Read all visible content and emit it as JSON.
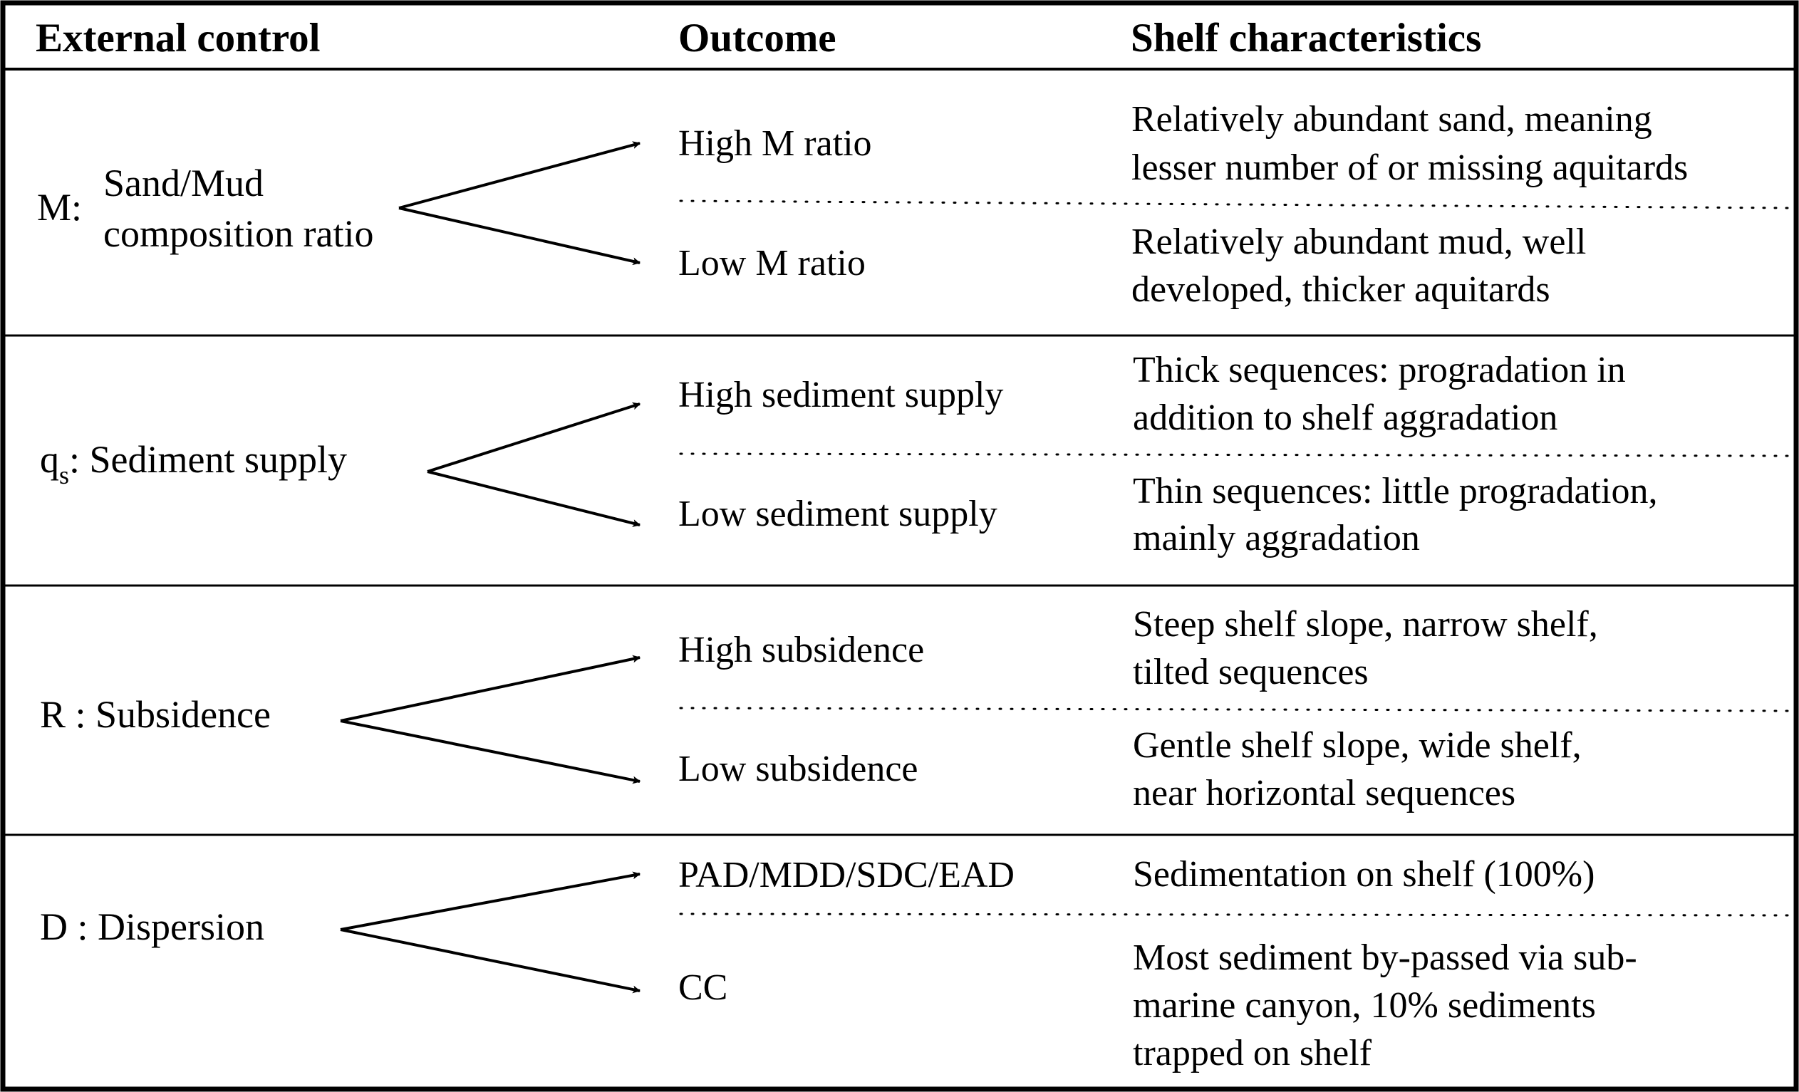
{
  "headers": {
    "col1": "External control",
    "col2": "Outcome",
    "col3": "Shelf characteristics"
  },
  "rows": [
    {
      "control_prefix": "M:",
      "control_lines": [
        "Sand/Mud",
        "composition ratio"
      ],
      "outcomes": [
        {
          "label": "High M ratio",
          "lines": [
            "Relatively abundant sand, meaning",
            "lesser number of or missing aquitards"
          ]
        },
        {
          "label": "Low M ratio",
          "lines": [
            "Relatively abundant mud, well",
            "developed, thicker aquitards"
          ]
        }
      ]
    },
    {
      "control_main": "q",
      "control_sub": "s",
      "control_rest": ": Sediment supply",
      "outcomes": [
        {
          "label": "High sediment supply",
          "lines": [
            "Thick sequences: progradation in",
            "addition to shelf aggradation"
          ]
        },
        {
          "label": "Low sediment supply",
          "lines": [
            "Thin sequences: little progradation,",
            "mainly aggradation"
          ]
        }
      ]
    },
    {
      "control_text": "R : Subsidence",
      "outcomes": [
        {
          "label": "High subsidence",
          "lines": [
            "Steep shelf slope, narrow shelf,",
            "tilted sequences"
          ]
        },
        {
          "label": "Low subsidence",
          "lines": [
            "Gentle shelf slope, wide shelf,",
            "near horizontal sequences"
          ]
        }
      ]
    },
    {
      "control_text": "D : Dispersion",
      "outcomes": [
        {
          "label": "PAD/MDD/SDC/EAD",
          "lines": [
            "Sedimentation on shelf (100%)"
          ]
        },
        {
          "label": "CC",
          "lines": [
            "Most sediment by-passed via sub-",
            "marine canyon, 10% sediments",
            "trapped on shelf"
          ]
        }
      ]
    }
  ]
}
